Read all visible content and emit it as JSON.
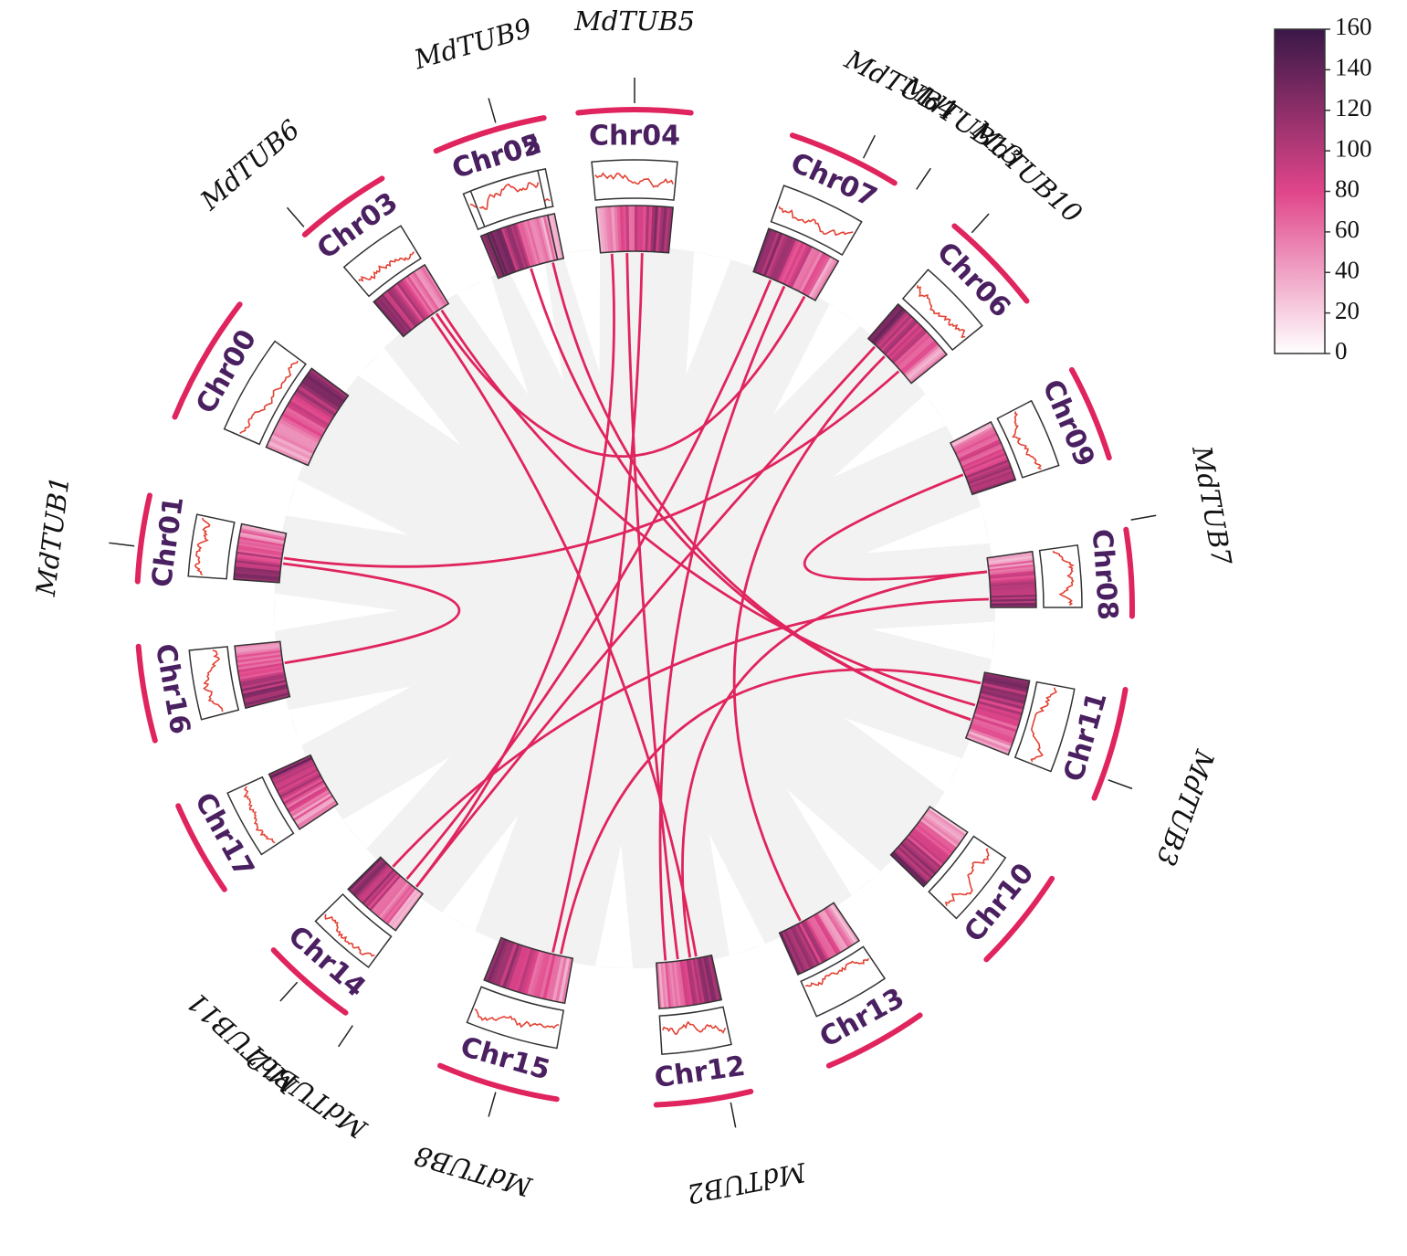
{
  "colors": {
    "accent": "#e0245e",
    "link": "#e0245e",
    "density_low": "#ffffff",
    "density_mid": "#e0458a",
    "density_high": "#3a1848",
    "line_track": "#e34234",
    "background_band": "#f2f2f2"
  },
  "chromosomes": [
    {
      "id": "Chr00",
      "label": "Chr00"
    },
    {
      "id": "Chr01",
      "label": "Chr01"
    },
    {
      "id": "Chr16",
      "label": "Chr16"
    },
    {
      "id": "Chr17",
      "label": "Chr17"
    },
    {
      "id": "Chr14",
      "label": "Chr14"
    },
    {
      "id": "Chr15",
      "label": "Chr15"
    },
    {
      "id": "Chr12",
      "label": "Chr12"
    },
    {
      "id": "Chr13",
      "label": "Chr13"
    },
    {
      "id": "Chr10",
      "label": "Chr10"
    },
    {
      "id": "Chr11",
      "label": "Chr11"
    },
    {
      "id": "Chr08",
      "label": "Chr08"
    },
    {
      "id": "Chr09",
      "label": "Chr09"
    },
    {
      "id": "Chr06",
      "label": "Chr06"
    },
    {
      "id": "Chr07",
      "label": "Chr07"
    },
    {
      "id": "Chr04",
      "label": "Chr04"
    },
    {
      "id": "Chr05",
      "label": "Chr05"
    },
    {
      "id": "Chr02",
      "label": "Chr02"
    },
    {
      "id": "Chr03",
      "label": "Chr03"
    }
  ],
  "genes": [
    {
      "name": "MdTUB1",
      "chr": "Chr01"
    },
    {
      "name": "MdTUB11",
      "chr": "Chr17"
    },
    {
      "name": "MdTUB12",
      "chr": "Chr14"
    },
    {
      "name": "MdTUB8",
      "chr": "Chr15"
    },
    {
      "name": "MdTUB2",
      "chr": "Chr12"
    },
    {
      "name": "MdTUB3",
      "chr": "Chr11"
    },
    {
      "name": "MdTUB7",
      "chr": "Chr08"
    },
    {
      "name": "MdTUB10",
      "chr": "Chr06"
    },
    {
      "name": "MdTUB13",
      "chr": "Chr06"
    },
    {
      "name": "MdTUB4",
      "chr": "Chr07"
    },
    {
      "name": "MdTUB5",
      "chr": "Chr04"
    },
    {
      "name": "MdTUB9",
      "chr": "Chr05"
    },
    {
      "name": "MdTUB6",
      "chr": "Chr03"
    }
  ],
  "links": [
    [
      "Chr04",
      "Chr14"
    ],
    [
      "Chr04",
      "Chr12"
    ],
    [
      "Chr04",
      "Chr15"
    ],
    [
      "Chr07",
      "Chr03"
    ],
    [
      "Chr07",
      "Chr14"
    ],
    [
      "Chr07",
      "Chr12"
    ],
    [
      "Chr06",
      "Chr01"
    ],
    [
      "Chr06",
      "Chr14"
    ],
    [
      "Chr06",
      "Chr13"
    ],
    [
      "Chr09",
      "Chr08"
    ],
    [
      "Chr08",
      "Chr14"
    ],
    [
      "Chr08",
      "Chr12"
    ],
    [
      "Chr11",
      "Chr03"
    ],
    [
      "Chr11",
      "Chr05"
    ],
    [
      "Chr11",
      "Chr15"
    ],
    [
      "Chr01",
      "Chr16"
    ],
    [
      "Chr03",
      "Chr12"
    ],
    [
      "Chr05",
      "Chr11"
    ]
  ],
  "legend": {
    "ticks": [
      "0",
      "20",
      "40",
      "60",
      "80",
      "100",
      "120",
      "140",
      "160"
    ]
  }
}
